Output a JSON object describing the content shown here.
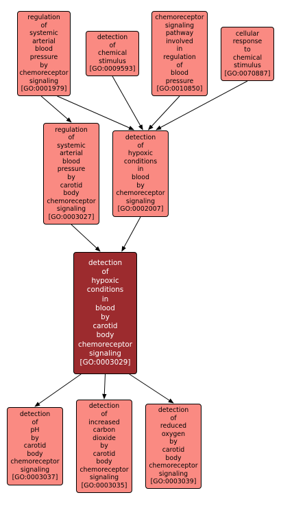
{
  "nodes": {
    "n1979": {
      "id": "GO:0001979",
      "lines": [
        "regulation",
        "of",
        "systemic",
        "arterial",
        "blood",
        "pressure",
        "by",
        "chemoreceptor",
        "signaling",
        "[GO:0001979]"
      ]
    },
    "n9593": {
      "id": "GO:0009593",
      "lines": [
        "detection",
        "of",
        "chemical",
        "stimulus",
        "[GO:0009593]"
      ]
    },
    "n10850": {
      "id": "GO:0010850",
      "lines": [
        "chemoreceptor",
        "signaling",
        "pathway",
        "involved",
        "in",
        "regulation",
        "of",
        "blood",
        "pressure",
        "[GO:0010850]"
      ]
    },
    "n70887": {
      "id": "GO:0070887",
      "lines": [
        "cellular",
        "response",
        "to",
        "chemical",
        "stimulus",
        "[GO:0070887]"
      ]
    },
    "n3027": {
      "id": "GO:0003027",
      "lines": [
        "regulation",
        "of",
        "systemic",
        "arterial",
        "blood",
        "pressure",
        "by",
        "carotid",
        "body",
        "chemoreceptor",
        "signaling",
        "[GO:0003027]"
      ]
    },
    "n2007": {
      "id": "GO:0002007",
      "lines": [
        "detection",
        "of",
        "hypoxic",
        "conditions",
        "in",
        "blood",
        "by",
        "chemoreceptor",
        "signaling",
        "[GO:0002007]"
      ]
    },
    "n3029": {
      "id": "GO:0003029",
      "lines": [
        "detection",
        "of",
        "hypoxic",
        "conditions",
        "in",
        "blood",
        "by",
        "carotid",
        "body",
        "chemoreceptor",
        "signaling",
        "[GO:0003029]"
      ]
    },
    "n3037": {
      "id": "GO:0003037",
      "lines": [
        "detection",
        "of",
        "pH",
        "by",
        "carotid",
        "body",
        "chemoreceptor",
        "signaling",
        "[GO:0003037]"
      ]
    },
    "n3035": {
      "id": "GO:0003035",
      "lines": [
        "detection",
        "of",
        "increased",
        "carbon",
        "dioxide",
        "by",
        "carotid",
        "body",
        "chemoreceptor",
        "signaling",
        "[GO:0003035]"
      ]
    },
    "n3039": {
      "id": "GO:0003039",
      "lines": [
        "detection",
        "of",
        "reduced",
        "oxygen",
        "by",
        "carotid",
        "body",
        "chemoreceptor",
        "signaling",
        "[GO:0003039]"
      ]
    }
  },
  "edges": [
    {
      "from": "n1979",
      "to": "n3027"
    },
    {
      "from": "n1979",
      "to": "n2007"
    },
    {
      "from": "n9593",
      "to": "n2007"
    },
    {
      "from": "n10850",
      "to": "n2007"
    },
    {
      "from": "n70887",
      "to": "n2007"
    },
    {
      "from": "n3027",
      "to": "n3029"
    },
    {
      "from": "n2007",
      "to": "n3029"
    },
    {
      "from": "n3029",
      "to": "n3037"
    },
    {
      "from": "n3029",
      "to": "n3035"
    },
    {
      "from": "n3029",
      "to": "n3039"
    }
  ],
  "colors": {
    "node_fill": "#fa8a82",
    "focus_fill": "#9c2b2e",
    "focus_text": "#ffffff",
    "edge": "#000000"
  }
}
